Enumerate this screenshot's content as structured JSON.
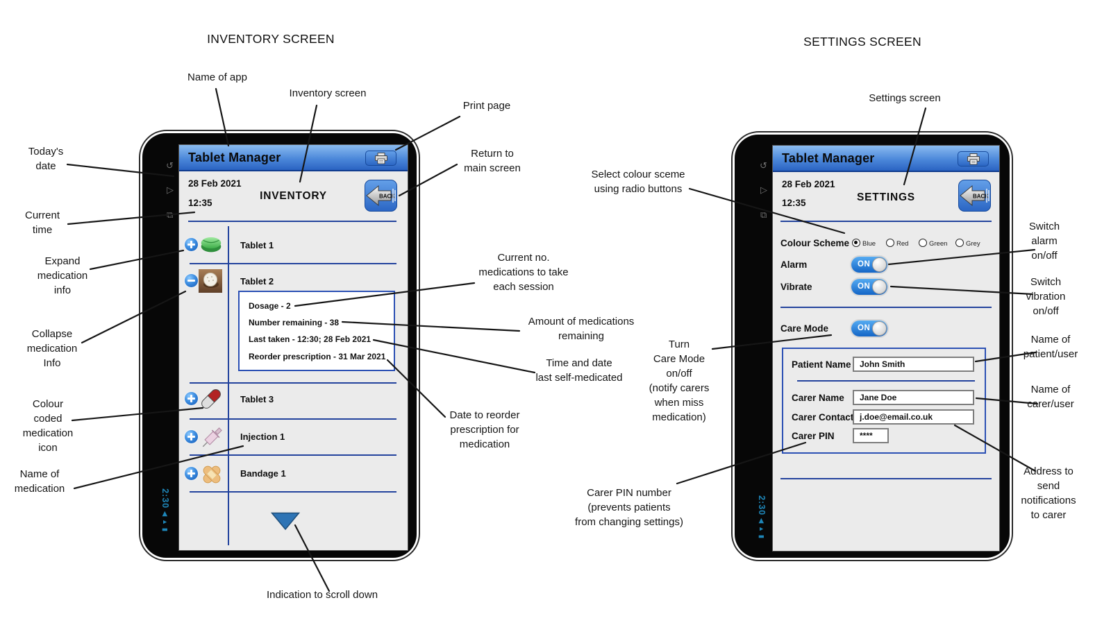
{
  "titles": {
    "inventory": "INVENTORY SCREEN",
    "settings": "SETTINGS SCREEN"
  },
  "colors": {
    "accent_navy": "#23439d",
    "header_blue": "#2a63c2",
    "toggle_blue": "#1465c6",
    "status_teal": "#1e86b8",
    "triangle_blue": "#2e74b5"
  },
  "inventory_screen": {
    "app_title": "Tablet Manager",
    "date": "28 Feb 2021",
    "time": "12:35",
    "screen_title": "INVENTORY",
    "back_label": "BACK",
    "print_icon": "printer-icon",
    "status_bar": "2:30",
    "medications": [
      {
        "name": "Tablet 1",
        "icon": "green-pill"
      },
      {
        "name": "Tablet 2",
        "icon": "round-tablet",
        "details": [
          "Dosage - 2",
          "Number remaining - 38",
          "Last taken - 12:30; 28 Feb 2021",
          "Reorder prescription - 31 Mar 2021"
        ]
      },
      {
        "name": "Tablet 3",
        "icon": "red-white-capsule"
      },
      {
        "name": "Injection 1",
        "icon": "syringe"
      },
      {
        "name": "Bandage 1",
        "icon": "crossed-bandages"
      }
    ]
  },
  "settings_screen": {
    "app_title": "Tablet Manager",
    "date": "28 Feb 2021",
    "time": "12:35",
    "screen_title": "SETTINGS",
    "back_label": "BACK",
    "status_bar": "2:30",
    "colour_scheme": {
      "label": "Colour Scheme",
      "options": [
        "Blue",
        "Red",
        "Green",
        "Grey"
      ],
      "selected": "Blue"
    },
    "alarm": {
      "label": "Alarm",
      "state": "ON"
    },
    "vibrate": {
      "label": "Vibrate",
      "state": "ON"
    },
    "care_mode": {
      "label": "Care Mode",
      "state": "ON"
    },
    "patient": {
      "label": "Patient Name",
      "value": "John Smith"
    },
    "carer_name": {
      "label": "Carer Name",
      "value": "Jane Doe"
    },
    "carer_contact": {
      "label": "Carer Contact",
      "value": "j.doe@email.co.uk"
    },
    "carer_pin": {
      "label": "Carer PIN",
      "value": "****"
    }
  },
  "annotations": {
    "name_of_app": "Name of app",
    "inventory_screen_label": "Inventory screen",
    "print_page": "Print page",
    "return_main": "Return to\nmain screen",
    "todays_date": "Today's\ndate",
    "current_time": "Current\ntime",
    "expand_info": "Expand\nmedication\ninfo",
    "collapse_info": "Collapse\nmedication\nInfo",
    "colour_coded_icon": "Colour\ncoded\nmedication\nicon",
    "name_of_medication": "Name of\nmedication",
    "current_no": "Current no.\nmedications to take\neach session",
    "amount_remaining": "Amount of medications\nremaining",
    "time_date_last": "Time and date\nlast self-medicated",
    "date_reorder": "Date to reorder\nprescription for\nmedication",
    "scroll_down": "Indication to scroll down",
    "settings_screen_label": "Settings screen",
    "select_colour": "Select colour sceme\nusing radio buttons",
    "switch_alarm": "Switch\nalarm\non/off",
    "switch_vibration": "Switch\nvibration\non/off",
    "turn_care_mode": "Turn\nCare Mode\non/off\n(notify carers\nwhen miss\nmedication)",
    "name_patient": "Name of\npatient/user",
    "name_carer": "Name of\ncarer/user",
    "address_notifications": "Address to\nsend\nnotifications\nto carer",
    "carer_pin_note": "Carer PIN number\n(prevents patients\nfrom changing settings)"
  }
}
